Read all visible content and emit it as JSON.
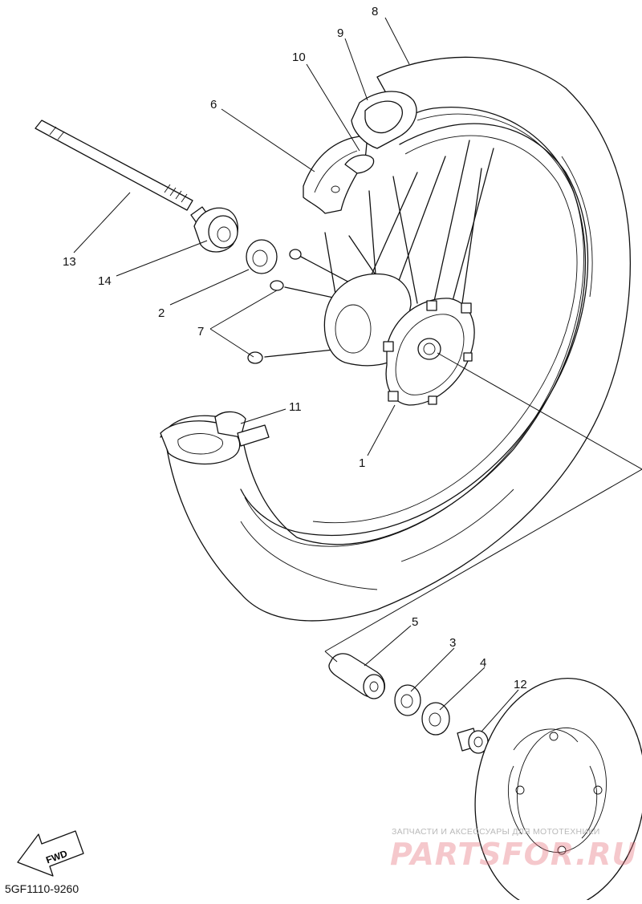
{
  "diagram_code": "5GF1110-9260",
  "direction_badge": "FWD",
  "watermark": {
    "line1": "ЗАПЧАСТИ И АКСЕССУАРЫ ДЛЯ МОТОТЕХНИКИ",
    "line2": "PARTSFOR.RU"
  },
  "callouts": [
    "1",
    "2",
    "3",
    "4",
    "5",
    "6",
    "7",
    "8",
    "9",
    "10",
    "11",
    "12",
    "13",
    "14"
  ]
}
